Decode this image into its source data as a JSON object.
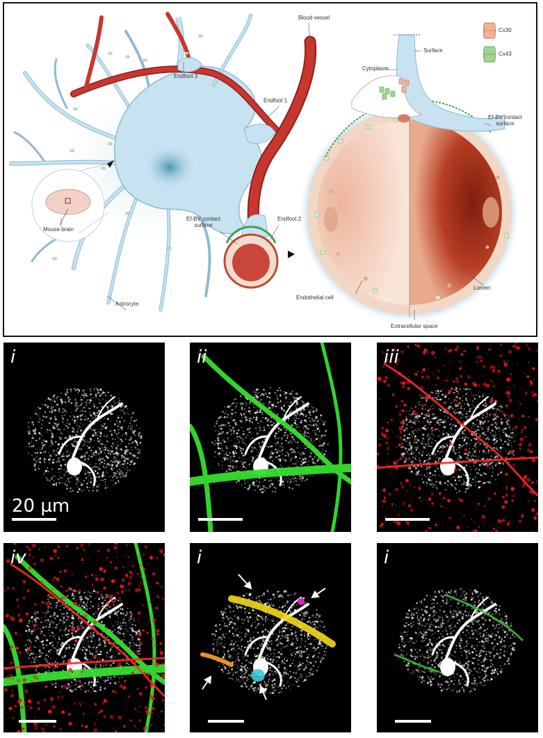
{
  "diagram": {
    "labels": {
      "blood_vessel": "Blood vessel",
      "endfoot1": "Endfoot 1",
      "endfoot2": "Endfoot 2",
      "endfoot3": "Endfoot 3",
      "efbv_contact_left": "Ef-BV contact\nsurface",
      "efbv_contact_right": "Ef-BV contact\nsurface",
      "mouse_brain": "Mouse brain",
      "astrocyte": "Astrocyte",
      "cytoplasm": "Cytoplasm",
      "surface": "Surface",
      "endothelial_cell": "Endothelial cell",
      "extracellular_space": "Extracellular space",
      "lumen": "Lumen"
    },
    "legend": [
      {
        "name": "Cx30",
        "color": "#f0a884"
      },
      {
        "name": "Cx43",
        "color": "#8fd07a"
      }
    ],
    "colors": {
      "astrocyte": "#c7e2f0",
      "astrocyte_outline": "#8fb9d2",
      "vessel": "#c8372f",
      "lumen_dark": "#b33a22",
      "lumen_light": "#f3d0c0",
      "contact": "#3fa34a"
    }
  },
  "panels": [
    {
      "id": "p1",
      "label": "i",
      "scale_text": "20 µm",
      "overlays": []
    },
    {
      "id": "p2",
      "label": "ii",
      "scale_text": "",
      "overlays": [
        "green"
      ]
    },
    {
      "id": "p3",
      "label": "iii",
      "scale_text": "",
      "overlays": [
        "red"
      ]
    },
    {
      "id": "p4",
      "label": "iv",
      "scale_text": "",
      "overlays": [
        "green",
        "red"
      ]
    },
    {
      "id": "p5",
      "label": "i",
      "scale_text": "",
      "overlays": [
        "yellow",
        "magenta",
        "orange",
        "cyan",
        "arrows"
      ]
    },
    {
      "id": "p6",
      "label": "i",
      "scale_text": "",
      "overlays": [
        "green-segments"
      ]
    }
  ]
}
